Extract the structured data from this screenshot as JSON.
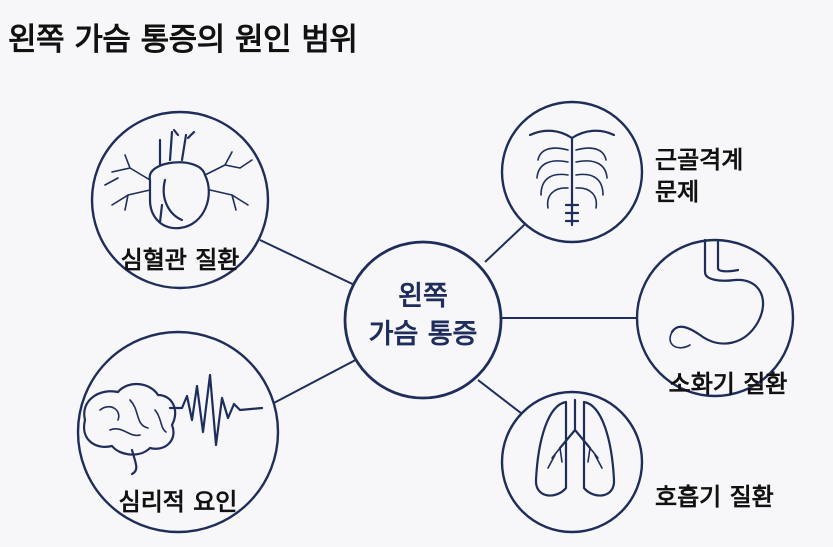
{
  "title": "왼쪽 가슴 통증의 원인 범위",
  "center": {
    "line1": "왼쪽",
    "line2": "가슴 통증"
  },
  "nodes": {
    "cardio": {
      "label": "심혈관 질환",
      "icon": "heart-icon"
    },
    "musculo": {
      "line1": "근골격계",
      "line2": "문제",
      "icon": "ribcage-icon"
    },
    "digestive": {
      "label": "소화기 질환",
      "icon": "stomach-icon"
    },
    "respiratory": {
      "label": "호흡기 질환",
      "icon": "lungs-icon"
    },
    "psych": {
      "label": "심리적 요인",
      "icon": "brain-icon"
    }
  },
  "colors": {
    "accent": "#1e2d5a",
    "background": "#f7f6f8",
    "text": "#111111"
  }
}
